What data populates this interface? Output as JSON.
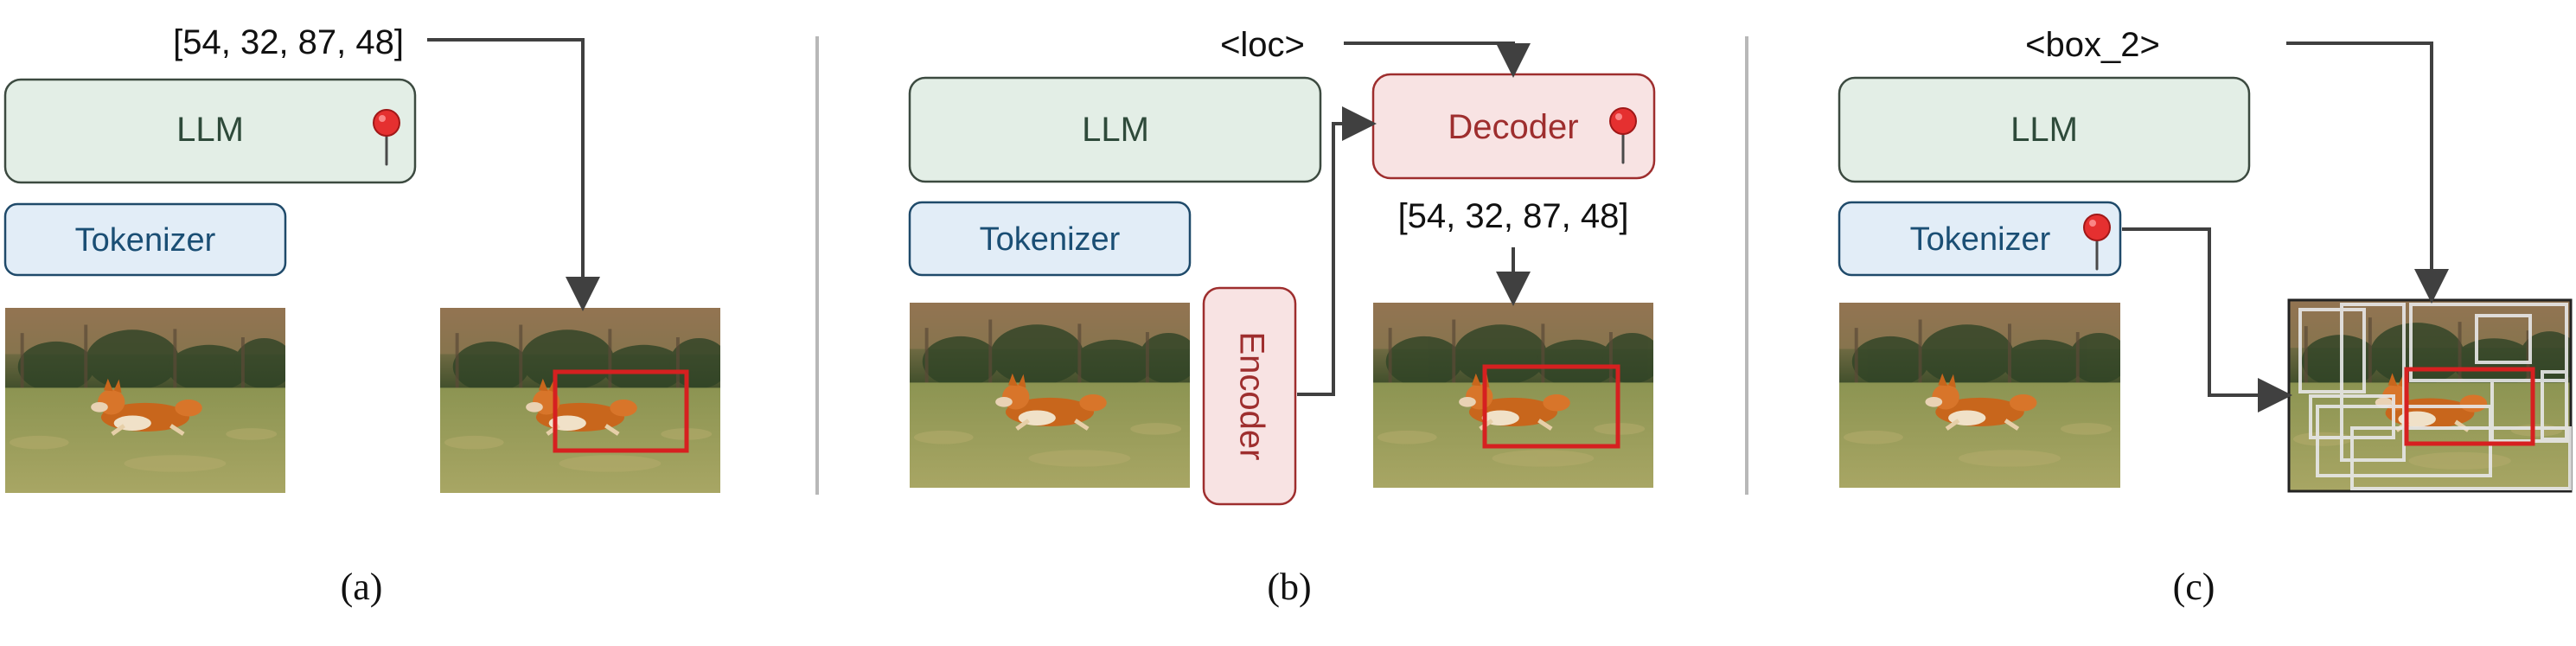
{
  "panels": [
    {
      "caption": "(a)",
      "top_label": "[54, 32, 87, 48]",
      "llm_label": "LLM",
      "tokenizer_label": "Tokenizer"
    },
    {
      "caption": "(b)",
      "top_label": "<loc>",
      "llm_label": "LLM",
      "tokenizer_label": "Tokenizer",
      "decoder_label": "Decoder",
      "encoder_label": "Encoder",
      "coords_label": "[54, 32, 87, 48]"
    },
    {
      "caption": "(c)",
      "top_label": "<box_2>",
      "llm_label": "LLM",
      "tokenizer_label": "Tokenizer"
    }
  ],
  "colors": {
    "llm_fill": "#e3eee6",
    "tokenizer_fill": "#e2edf7",
    "decoder_fill": "#f8e3e3",
    "accent_red": "#d62020",
    "text_blue": "#1a4e74",
    "text_green": "#2e4a3a",
    "text_red": "#9e2e2e"
  },
  "icons": [
    "pin-icon",
    "arrow-icon"
  ]
}
